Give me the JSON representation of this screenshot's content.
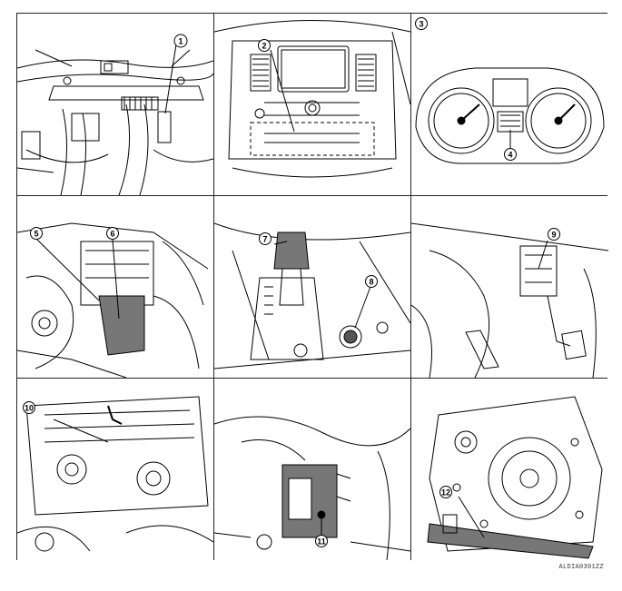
{
  "figure_code": "ALDIA0301ZZ",
  "panels": [
    {
      "callouts": [
        "1"
      ]
    },
    {
      "callouts": [
        "2"
      ]
    },
    {
      "callouts": [
        "3",
        "4"
      ]
    },
    {
      "callouts": [
        "5",
        "6"
      ]
    },
    {
      "callouts": [
        "7",
        "8"
      ]
    },
    {
      "callouts": [
        "9"
      ]
    },
    {
      "callouts": [
        "10"
      ]
    },
    {
      "callouts": [
        "11"
      ]
    },
    {
      "callouts": [
        "12"
      ]
    }
  ],
  "colors": {
    "line": "#000000",
    "paper": "#ffffff",
    "shade": "#7a7a7a"
  }
}
